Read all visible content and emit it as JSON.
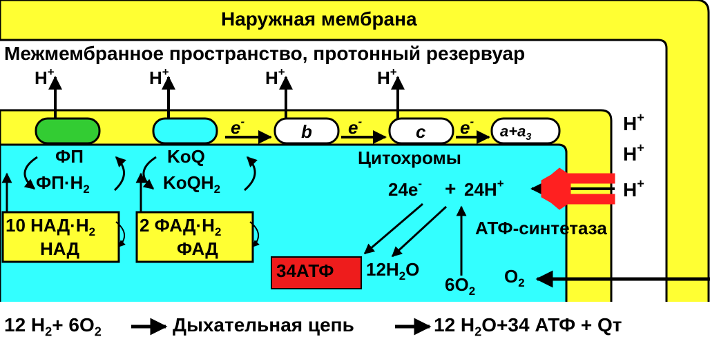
{
  "outer_membrane": {
    "label": "Наружная мембрана",
    "color": "#ffff33"
  },
  "intermembrane": {
    "label": "Межмембранное пространство, протонный резервуар"
  },
  "matrix": {
    "color": "#33ffff"
  },
  "protons": {
    "h": "H",
    "plus": "+",
    "right_column": [
      "H",
      "H",
      "H"
    ]
  },
  "carriers": {
    "fp": {
      "color": "#33cc33"
    },
    "koq": {
      "color": "#33ffff"
    },
    "b": "b",
    "c": "c",
    "aa3": {
      "a": "a",
      "plus": "+",
      "a3": "a",
      "sub3": "3"
    },
    "e": "e",
    "minus": "-"
  },
  "labels": {
    "fp": "ФП",
    "fp_h2_main": "ФП·H",
    "fp_h2_sub": "2",
    "koq": "KoQ",
    "koqh2_main": "KoQH",
    "koqh2_sub": "2",
    "cytochromes": "Цитохромы",
    "nad_h2_main": "10 НАД·H",
    "nad_h2_sub": "2",
    "nad": "НАД",
    "fad_h2_main": "2 ФАД·H",
    "fad_h2_sub": "2",
    "fad": "ФАД",
    "reaction_24e": "24e",
    "reaction_minus": "-",
    "reaction_plus": "+",
    "reaction_24h": "24H",
    "reaction_hplus": "+",
    "atp_synthase": "АТФ-синтетаза",
    "atp34": "34АТФ",
    "water_main": "12H",
    "water_sub": "2",
    "water_o": "O",
    "o2_6": "6O",
    "o2_6_sub": "2",
    "o2": "O",
    "o2_sub": "2"
  },
  "equation": {
    "h2": "12 H",
    "h2_sub": "2",
    "plus": "+ 6O",
    "o2_sub": "2",
    "middle": "Дыхательная цепь",
    "water": "12 H",
    "water_sub": "2",
    "rest": "O+34 АТФ + Qт"
  },
  "atp_box_color": "#ee1c1c",
  "synthase_color": "#ff2020"
}
